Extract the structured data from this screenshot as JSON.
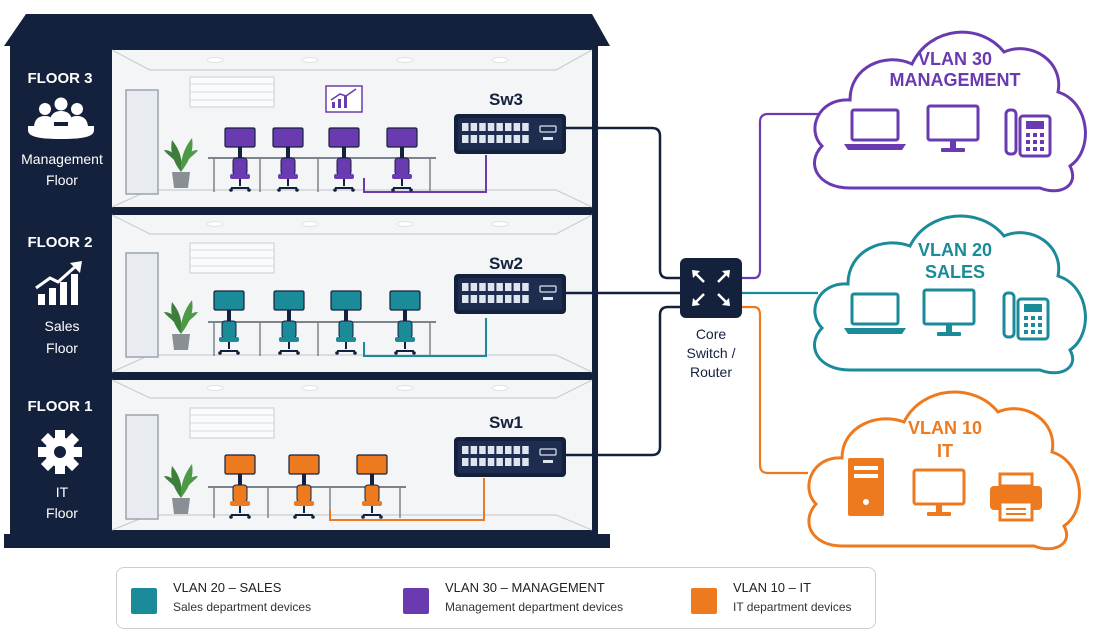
{
  "colors": {
    "navy": "#14213d",
    "sales": "#1b8a99",
    "management": "#6a3bb0",
    "it": "#ee7a1f"
  },
  "floors": [
    {
      "id": "floor3",
      "label": "FLOOR 3",
      "name_line1": "Management",
      "name_line2": "Floor",
      "icon": "meeting-people-icon",
      "switch": "Sw3",
      "vlan": "management"
    },
    {
      "id": "floor2",
      "label": "FLOOR 2",
      "name_line1": "Sales",
      "name_line2": "Floor",
      "icon": "growth-chart-icon",
      "switch": "Sw2",
      "vlan": "sales"
    },
    {
      "id": "floor1",
      "label": "FLOOR 1",
      "name_line1": "IT",
      "name_line2": "Floor",
      "icon": "gear-icon",
      "switch": "Sw1",
      "vlan": "it"
    }
  ],
  "core": {
    "line1": "Core",
    "line2": "Switch /",
    "line3": "Router",
    "icon": "router-arrows-icon"
  },
  "clouds": [
    {
      "id": "mgmt",
      "title_line1": "VLAN 30",
      "title_line2": "MANAGEMENT",
      "devices": [
        "laptop-icon",
        "monitor-icon",
        "desk-phone-icon"
      ]
    },
    {
      "id": "sales",
      "title_line1": "VLAN 20",
      "title_line2": "SALES",
      "devices": [
        "laptop-icon",
        "monitor-icon",
        "desk-phone-icon"
      ]
    },
    {
      "id": "it",
      "title_line1": "VLAN 10",
      "title_line2": "IT",
      "devices": [
        "server-tower-icon",
        "monitor-icon",
        "printer-icon"
      ]
    }
  ],
  "legend": [
    {
      "title": "VLAN 20 – SALES",
      "desc": "Sales department devices",
      "color": "#1b8a99"
    },
    {
      "title": "VLAN 30 – MANAGEMENT",
      "desc": "Management department devices",
      "color": "#6a3bb0"
    },
    {
      "title": "VLAN 10 – IT",
      "desc": "IT department devices",
      "color": "#ee7a1f"
    }
  ]
}
